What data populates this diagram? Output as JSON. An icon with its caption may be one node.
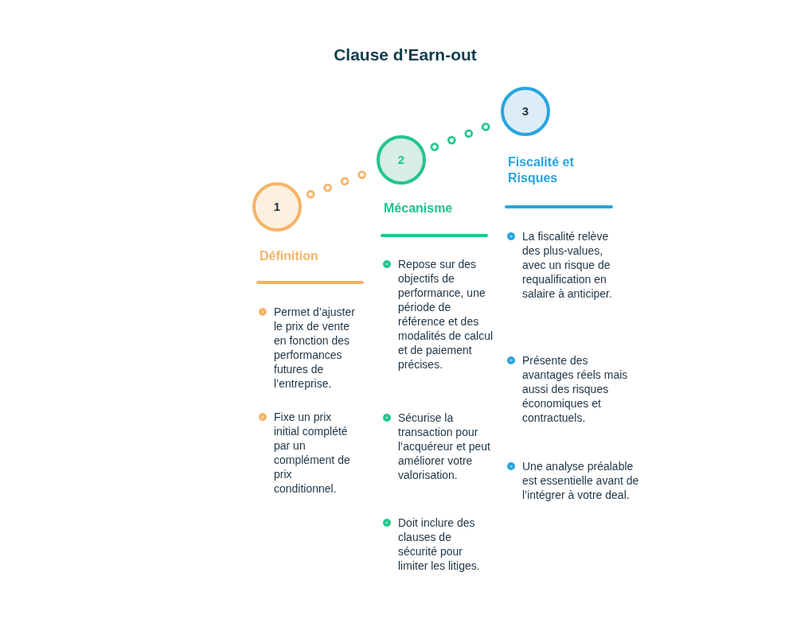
{
  "diagram": {
    "title": "Clause d’Earn-out",
    "nodes": [
      {
        "text": [
          "1"
        ],
        "beside": [
          "Définition"
        ]
      },
      {
        "text": [
          "2"
        ],
        "beside": [
          "Mécanisme"
        ]
      },
      {
        "text": [
          "3"
        ],
        "beside": [
          "Fiscalité et Risques"
        ]
      }
    ],
    "edges": [
      {
        "from": 0,
        "to": 1,
        "arrow": "none",
        "style": "dashed",
        "color": "#f4b467"
      },
      {
        "from": 1,
        "to": 2,
        "arrow": "none",
        "style": "dashed",
        "color": "#22c68b"
      }
    ],
    "labels": [
      "Permet d’ajuster le prix de vente en fonction des performances futures de l’entreprise.",
      "Fixe un prix initial complété par un complément de prix conditionnel.",
      "Repose sur des objectifs de performance, une période de référence et des modalités de calcul et de paiement précises.",
      "Sécurise la transaction pour l’acquéreur et peut améliorer votre valorisation.",
      "Doit inclure des clauses de sécurité pour limiter les litiges.",
      "La fiscalité relève des plus-values, avec un risque de requalification en salaire à anticiper.",
      "Présente des avantages réels mais aussi des risques économiques et contractuels.",
      "Une analyse préalable est essentielle avant de l’intégrer à votre deal."
    ]
  }
}
